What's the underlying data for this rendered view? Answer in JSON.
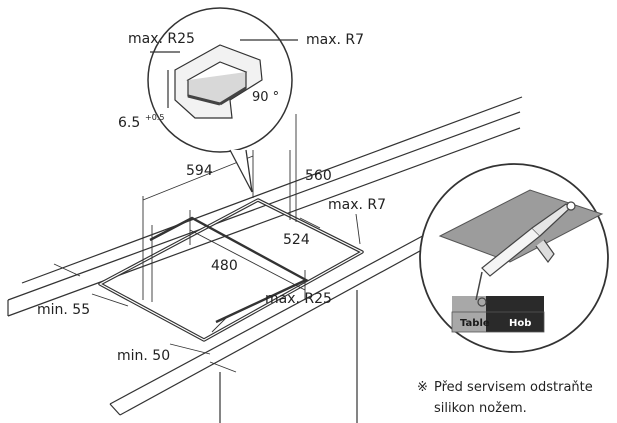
{
  "dimensions": {
    "max_r25_top": "max. R25",
    "max_r7_top": "max. R7",
    "angle_90": "90 °",
    "depth_value": "6.5",
    "depth_tolerance": "+0.5",
    "width_594": "594",
    "depth_560": "560",
    "max_r7_right": "max. R7",
    "depth_524": "524",
    "width_480": "480",
    "min_55": "min. 55",
    "max_r25_bottom": "max. R25",
    "min_50": "min. 50"
  },
  "inset": {
    "label_table": "Table",
    "label_hob": "Hob",
    "colors": {
      "table": "#a8a8a8",
      "hob": "#2a2a2a",
      "sheet": "#9c9c9c"
    }
  },
  "note": {
    "symbol": "※",
    "line1": "Před servisem odstraňte",
    "line2": "silikon nožem."
  }
}
